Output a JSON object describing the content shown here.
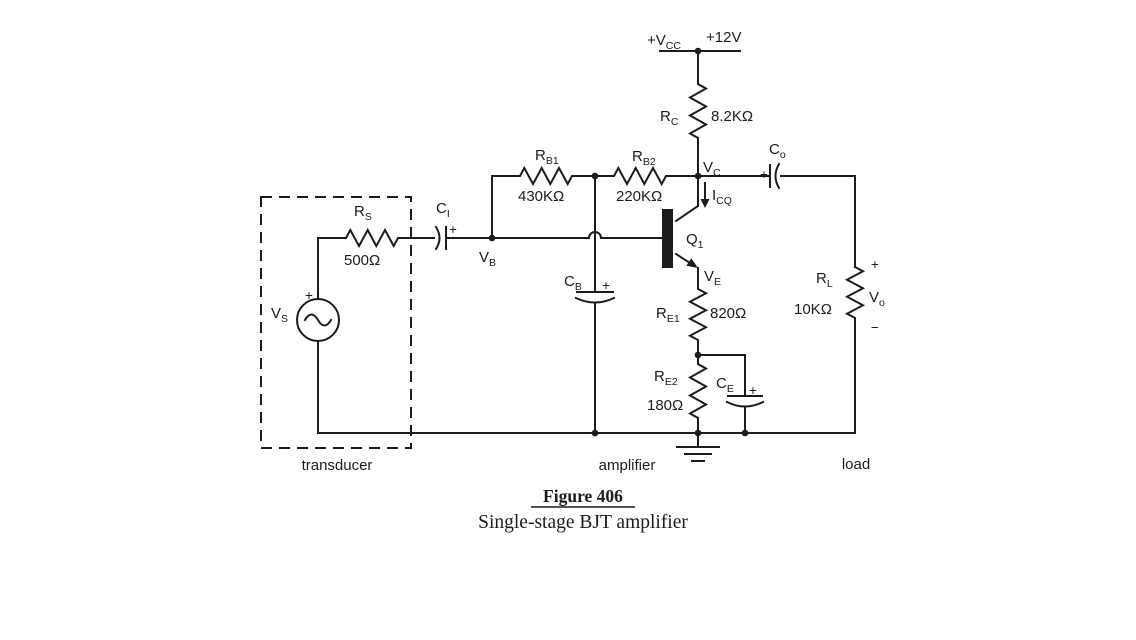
{
  "figure": {
    "title": "Figure 406",
    "caption": "Single-stage BJT amplifier"
  },
  "section_labels": {
    "transducer": "transducer",
    "amplifier": "amplifier",
    "load": "load"
  },
  "supply": {
    "label": "+V",
    "sub": "CC",
    "value": "+12V"
  },
  "components": {
    "rc": {
      "label": "R",
      "sub": "C",
      "value": "8.2KΩ"
    },
    "rb1": {
      "label": "R",
      "sub": "B1",
      "value": "430KΩ"
    },
    "rb2": {
      "label": "R",
      "sub": "B2",
      "value": "220KΩ"
    },
    "rs": {
      "label": "R",
      "sub": "S",
      "value": "500Ω"
    },
    "re1": {
      "label": "R",
      "sub": "E1",
      "value": "820Ω"
    },
    "re2": {
      "label": "R",
      "sub": "E2",
      "value": "180Ω"
    },
    "rl": {
      "label": "R",
      "sub": "L",
      "value": "10KΩ"
    },
    "ci": {
      "label": "C",
      "sub": "I"
    },
    "cb": {
      "label": "C",
      "sub": "B"
    },
    "co": {
      "label": "C",
      "sub": "o"
    },
    "ce": {
      "label": "C",
      "sub": "E"
    },
    "q1": {
      "label": "Q",
      "sub": "1"
    },
    "vs": {
      "label": "V",
      "sub": "S"
    }
  },
  "nodes": {
    "vb": {
      "label": "V",
      "sub": "B"
    },
    "vc": {
      "label": "V",
      "sub": "C"
    },
    "ve": {
      "label": "V",
      "sub": "E"
    },
    "vo": {
      "label": "V",
      "sub": "o"
    },
    "icq": {
      "label": "I",
      "sub": "CQ"
    }
  },
  "polarity": {
    "plus": "+",
    "minus": "−"
  },
  "colors": {
    "ink": "#1c1c1c",
    "background": "#ffffff"
  }
}
